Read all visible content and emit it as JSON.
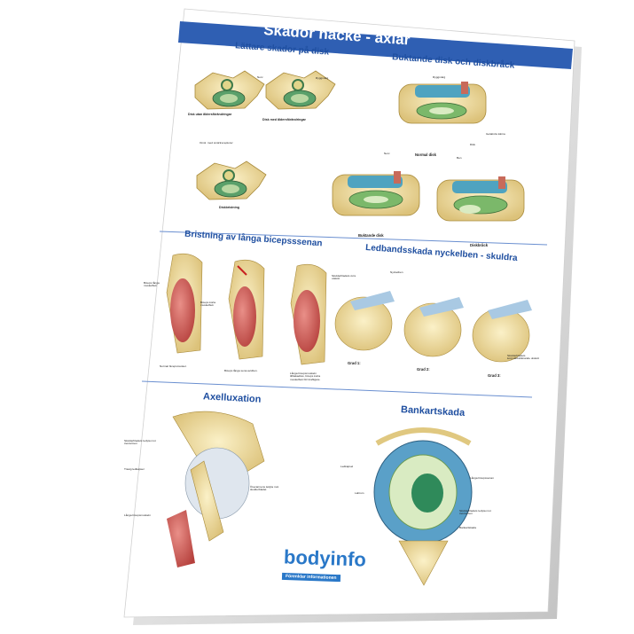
{
  "poster": {
    "title": "Skador nacke - axlar",
    "brand": "bodyinfo",
    "tagline": "Förenklar informationen",
    "colors": {
      "banner": "#2f5fb3",
      "heading": "#1f4fa0",
      "logo": "#2a78c8"
    }
  },
  "sections": {
    "light_disc": {
      "heading": "Lättare skador på disk",
      "labels": [
        "Nerv",
        "Ryggmärg",
        "Disk utan åldersförändringar",
        "Disk med åldersförändringar",
        "Omsl. med smärtreceptorer",
        "Diskbristning"
      ]
    },
    "bulging": {
      "heading": "Buktande disk och diskbråck",
      "labels": [
        "Ryggmärg",
        "Gelatinös kärna",
        "Disk",
        "Nerv",
        "Normal disk",
        "Ben",
        "Buktande disk",
        "Diskbråck"
      ]
    },
    "biceps": {
      "heading": "Bristning av långa bicepsssenan",
      "labels": [
        "Biceps långa muskelbuk",
        "Biceps korta muskelbuk",
        "Normal bicepsmuskel.",
        "Biceps långa sena avsliten.",
        "Långa bicepsmuskeln tillbakadras, biceps korta muskelbuk blir kraftigare."
      ]
    },
    "ac_joint": {
      "heading": "Ledbandsskada nyckelben - skuldra",
      "labels": [
        "Nyckelben",
        "Skulderbladets övre utskott",
        "Grad 1:",
        "Grad 2:",
        "Grad 3:",
        "Skulderbladets korpnäbbsliknande utskott"
      ]
    },
    "dislocation": {
      "heading": "Axelluxation",
      "labels": [
        "Skulderbladets ledyta mot överarmen",
        "Trasig ledkapsel",
        "Överarmens ledyta mot skulderbladet",
        "Långa bicepsmuskeln"
      ]
    },
    "bankart": {
      "heading": "Bankartskada",
      "labels": [
        "Ledkapsel",
        "Långa bicepssenan",
        "Labrum",
        "Skulderbladets ledyta mot överarmen",
        "Bankartskada"
      ]
    }
  }
}
